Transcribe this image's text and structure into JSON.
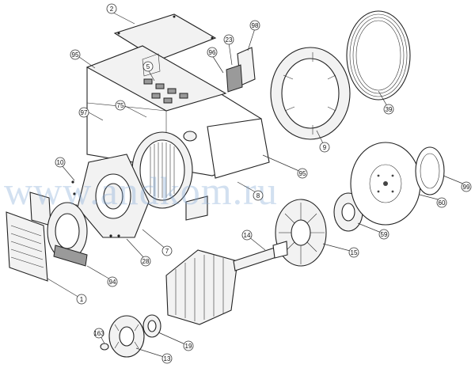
{
  "watermark": "www.andkom.ru",
  "callouts": {
    "c2": "2",
    "c23": "23",
    "c98": "98",
    "c95a": "95",
    "c5": "5",
    "c96": "96",
    "c75": "75",
    "c97": "97",
    "c39": "39",
    "c9": "9",
    "c95b": "95",
    "c10": "10",
    "c8": "8",
    "c99": "99",
    "c60": "60",
    "c14": "14",
    "c59": "59",
    "c28": "28",
    "c7": "7",
    "c15": "15",
    "c94": "94",
    "c1": "1",
    "c163": "163",
    "c19": "19",
    "c13": "13"
  },
  "colors": {
    "line": "#222222",
    "fill": "#f2f2f2",
    "watermark": "#7fa7d6"
  }
}
